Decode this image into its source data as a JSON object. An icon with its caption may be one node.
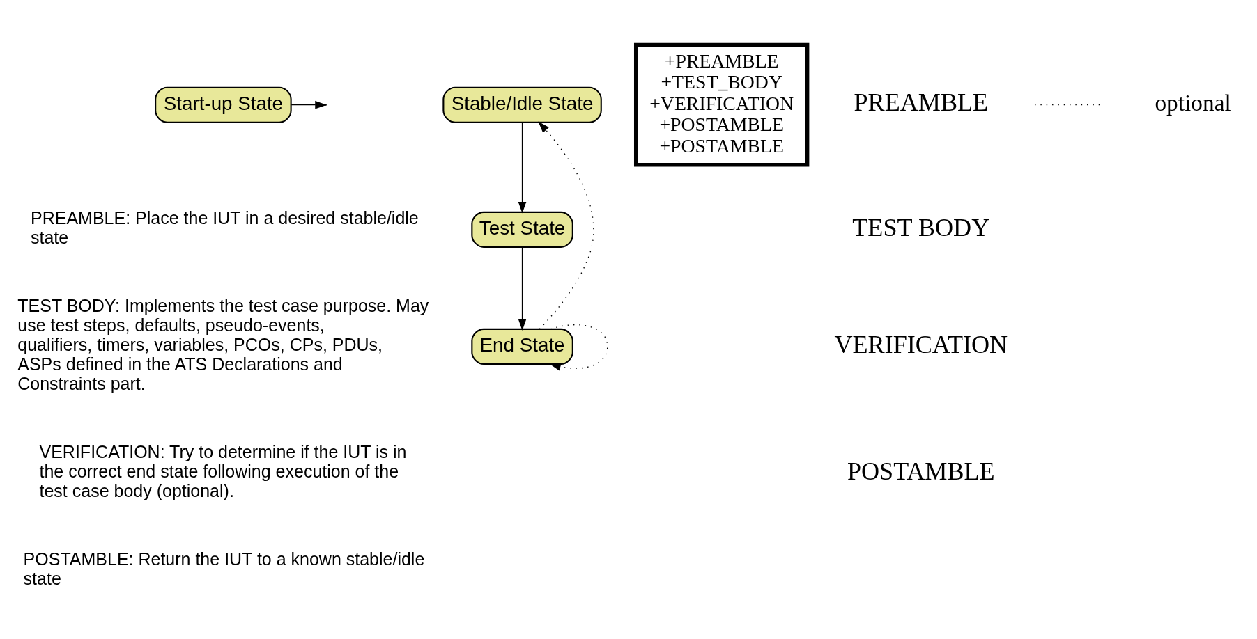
{
  "diagram": {
    "nodes": [
      {
        "text": [
          "Start-up State"
        ]
      },
      {
        "text": [
          "Stable/Idle State"
        ]
      },
      {
        "text": [
          "Test State"
        ]
      },
      {
        "text": [
          "End State"
        ]
      },
      {
        "text": [
          "+PREAMBLE",
          "+TEST_BODY",
          "+VERIFICATION",
          "+POSTAMBLE",
          "+POSTAMBLE"
        ]
      }
    ],
    "edges": [
      {
        "from": 0,
        "to": null,
        "arrow": "to"
      },
      {
        "from": 1,
        "to": 2,
        "arrow": "to"
      },
      {
        "from": 2,
        "to": 3,
        "arrow": "to"
      },
      {
        "from": 3,
        "to": 3,
        "arrow": "to",
        "style": "dashed"
      },
      {
        "from": 3,
        "to": 1,
        "arrow": "to",
        "style": "dashed"
      }
    ],
    "labels": [
      "PREAMBLE: Place the IUT in a desired stable/idle state",
      "TEST BODY: Implements the test case purpose. May use test steps, defaults, pseudo-events, qualifiers, timers, variables, PCOs, CPs, PDUs, ASPs defined in the ATS Declarations and Constraints part.",
      "VERIFICATION: Try to determine if the IUT is in the correct end state following execution of the test case body (optional).",
      "POSTAMBLE: Return the IUT to a known stable/idle state",
      "PREAMBLE",
      "TEST BODY",
      "VERIFICATION",
      "POSTAMBLE"
    ],
    "legend": [
      {
        "text": "optional"
      }
    ]
  }
}
